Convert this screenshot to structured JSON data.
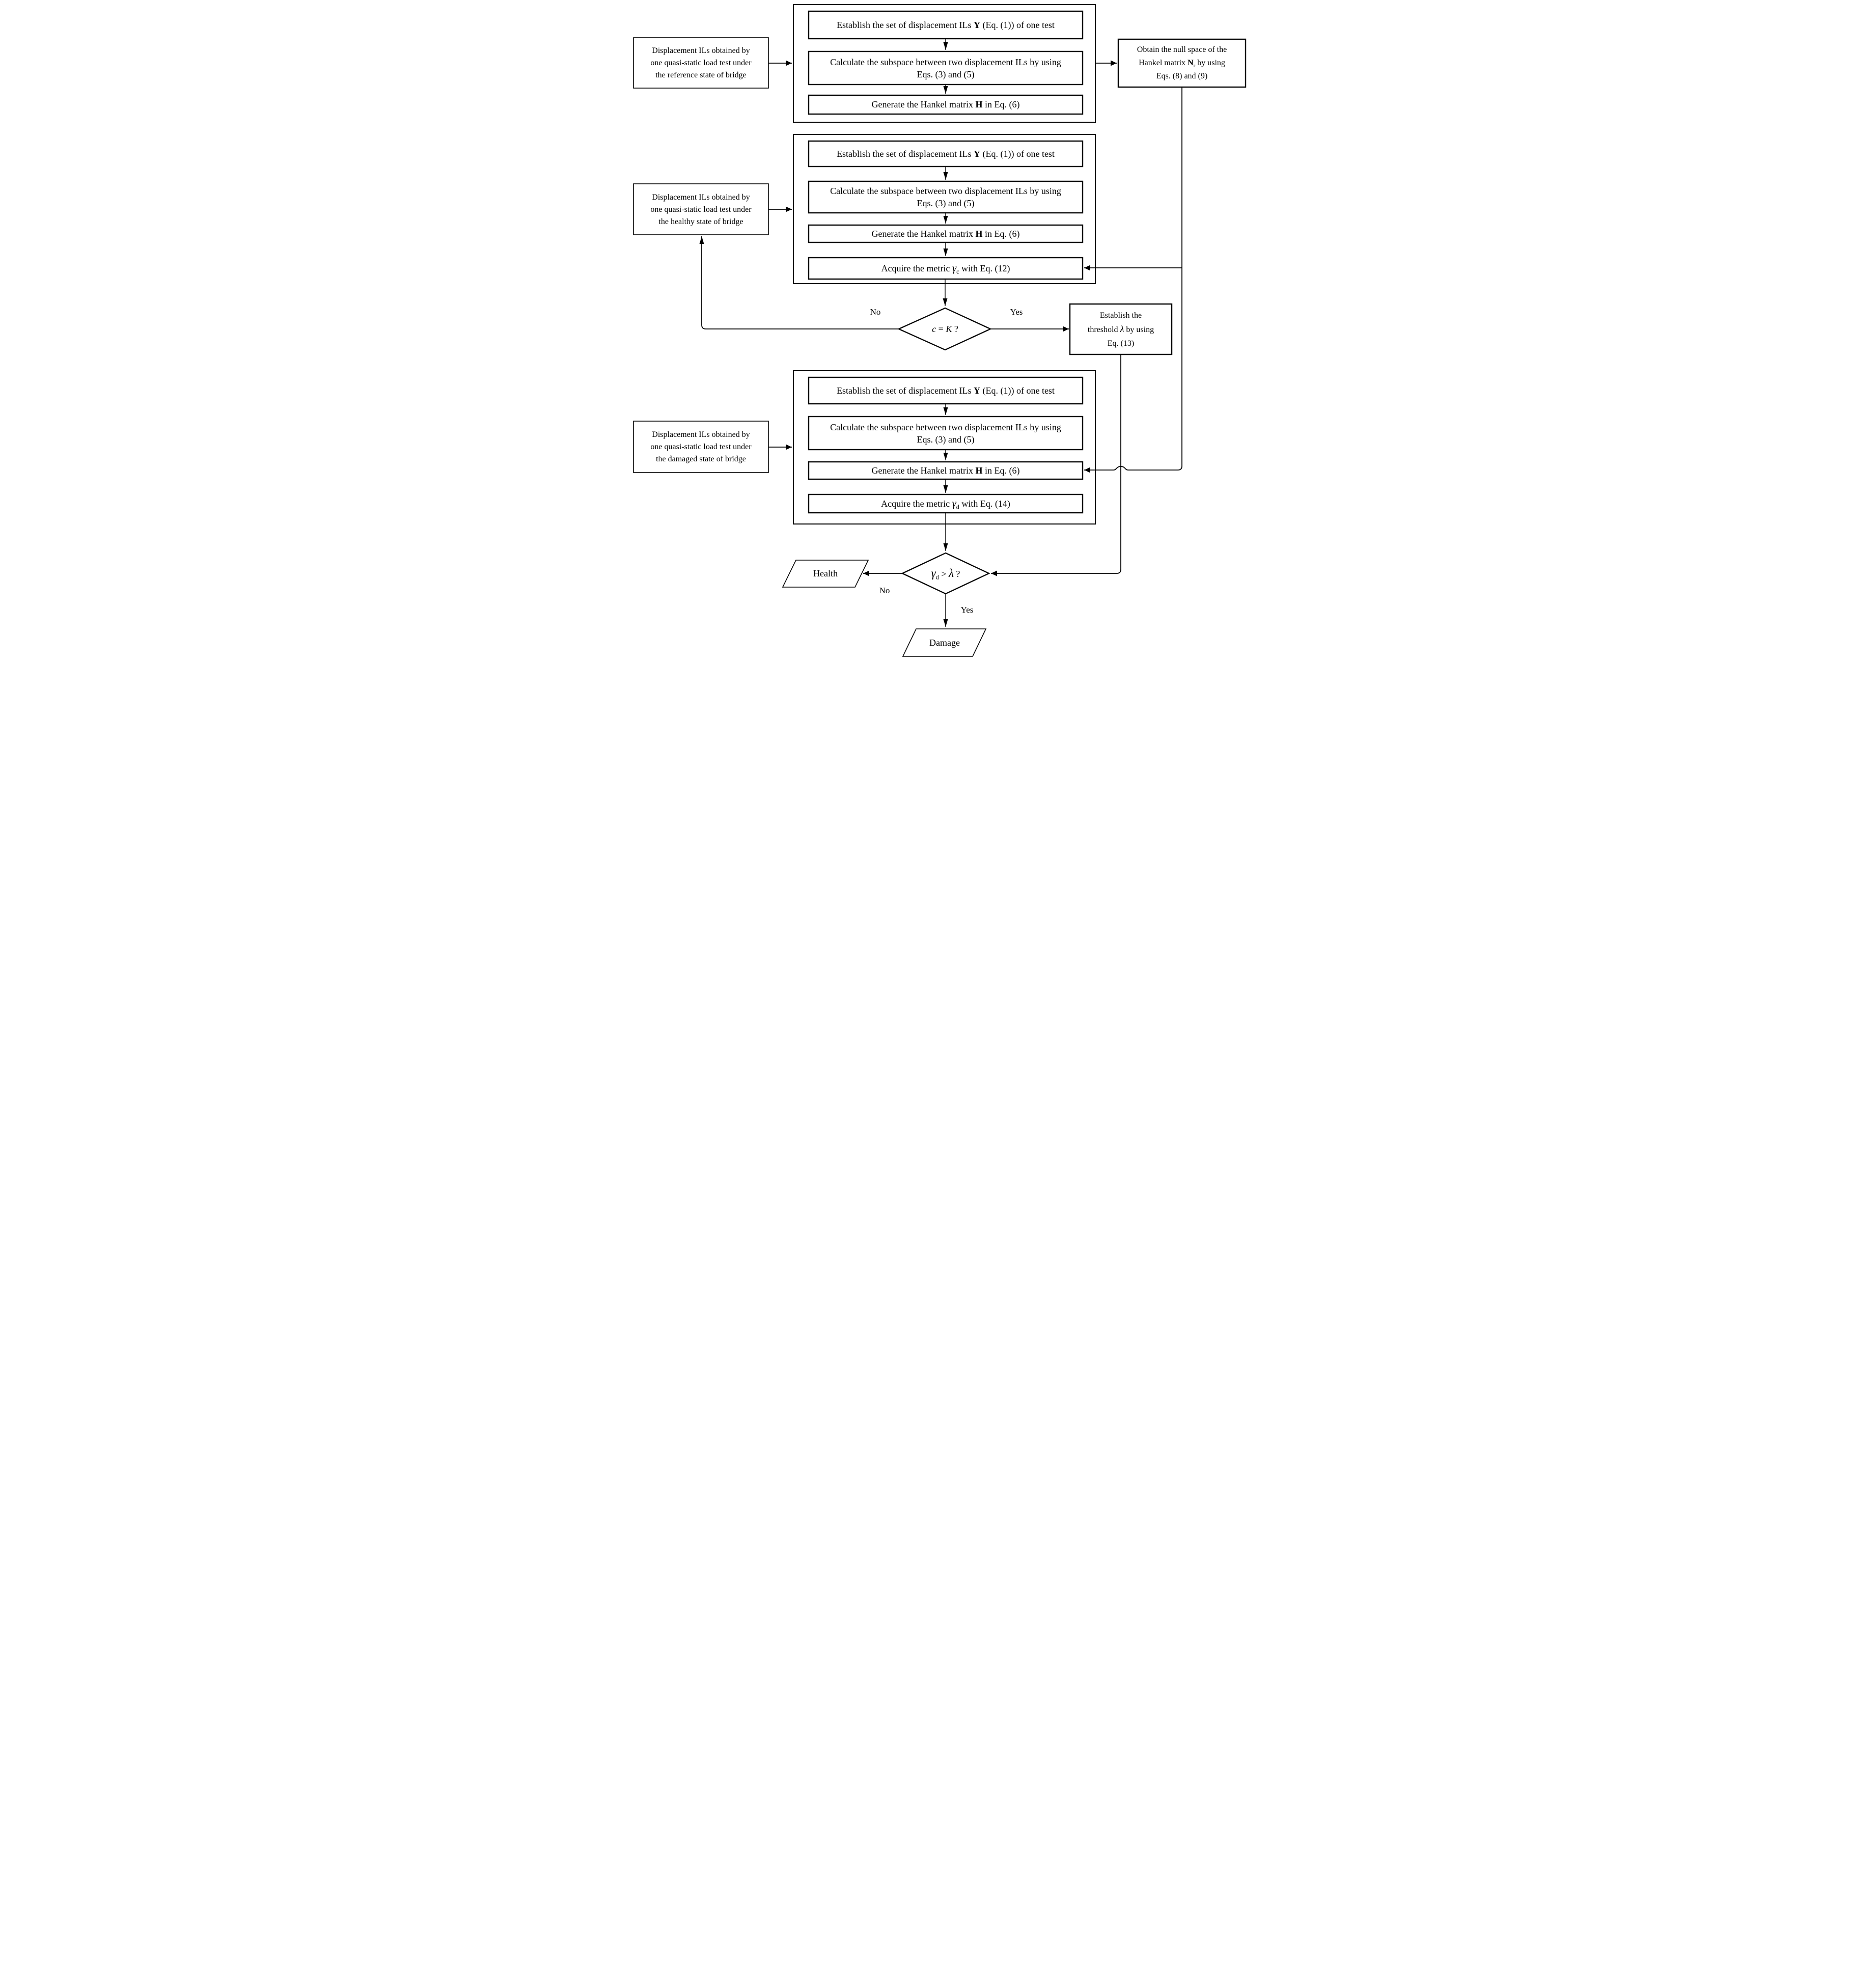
{
  "colors": {
    "ink": "#000000",
    "paper": "#ffffff"
  },
  "left_boxes": [
    {
      "line1": "Displacement ILs obtained by",
      "line2": "one quasi-static load test under",
      "line3": "the reference state of bridge"
    },
    {
      "line1": "Displacement ILs obtained by",
      "line2": "one quasi-static load test under",
      "line3": "the healthy state of bridge"
    },
    {
      "line1": "Displacement ILs obtained by",
      "line2": "one quasi-static load test under",
      "line3": "the damaged state of bridge"
    }
  ],
  "process_groups": [
    {
      "establish": {
        "pre": "Establish the set of displacement ILs ",
        "sym": "Y",
        "post": " (Eq. (1)) of one test"
      },
      "calculate": {
        "line1": "Calculate the subspace between two displacement ILs by using",
        "line2": "Eqs. (3) and (5)"
      },
      "generate": {
        "pre": "Generate the Hankel matrix ",
        "sym": "H",
        "post": " in Eq. (6)"
      }
    },
    {
      "establish": {
        "pre": "Establish the set of displacement ILs ",
        "sym": "Y",
        "post": " (Eq. (1)) of one test"
      },
      "calculate": {
        "line1": "Calculate the subspace between two displacement ILs by using",
        "line2": "Eqs. (3) and (5)"
      },
      "generate": {
        "pre": "Generate the Hankel matrix ",
        "sym": "H",
        "post": " in Eq. (6)"
      },
      "acquire": {
        "pre": "Acquire the metric ",
        "sym": "γ",
        "sub": "c",
        "post": " with Eq. (12)"
      }
    },
    {
      "establish": {
        "pre": "Establish the set of displacement ILs ",
        "sym": "Y",
        "post": " (Eq. (1)) of one test"
      },
      "calculate": {
        "line1": "Calculate the subspace between two displacement ILs by using",
        "line2": "Eqs. (3) and (5)"
      },
      "generate": {
        "pre": "Generate the Hankel matrix ",
        "sym": "H",
        "post": " in Eq. (6)"
      },
      "acquire": {
        "pre": "Acquire the metric ",
        "sym": "γ",
        "sub": "d",
        "post": " with Eq. (14)"
      }
    }
  ],
  "null_space_box": {
    "line1": "Obtain the null space of the",
    "line2_pre": "Hankel matrix ",
    "line2_sym": "N",
    "line2_sub": "r",
    "line2_post": " by using",
    "line3": "Eqs. (8) and (9)"
  },
  "threshold_box": {
    "line1": "Establish the",
    "line2_pre": "threshold ",
    "line2_sym": "λ",
    "line2_post": "  by using",
    "line3": "Eq. (13)"
  },
  "decision_c": {
    "var1": "c",
    "op": " = ",
    "var2": "K",
    "q": " ?"
  },
  "decision_gamma": {
    "sym1": "γ",
    "sub1": "d",
    "op": " > ",
    "sym2": "λ",
    "q": " ?"
  },
  "branch_labels": {
    "c_no": "No",
    "c_yes": "Yes",
    "gamma_no": "No",
    "gamma_yes": "Yes"
  },
  "terminators": {
    "health": "Health",
    "damage": "Damage"
  }
}
